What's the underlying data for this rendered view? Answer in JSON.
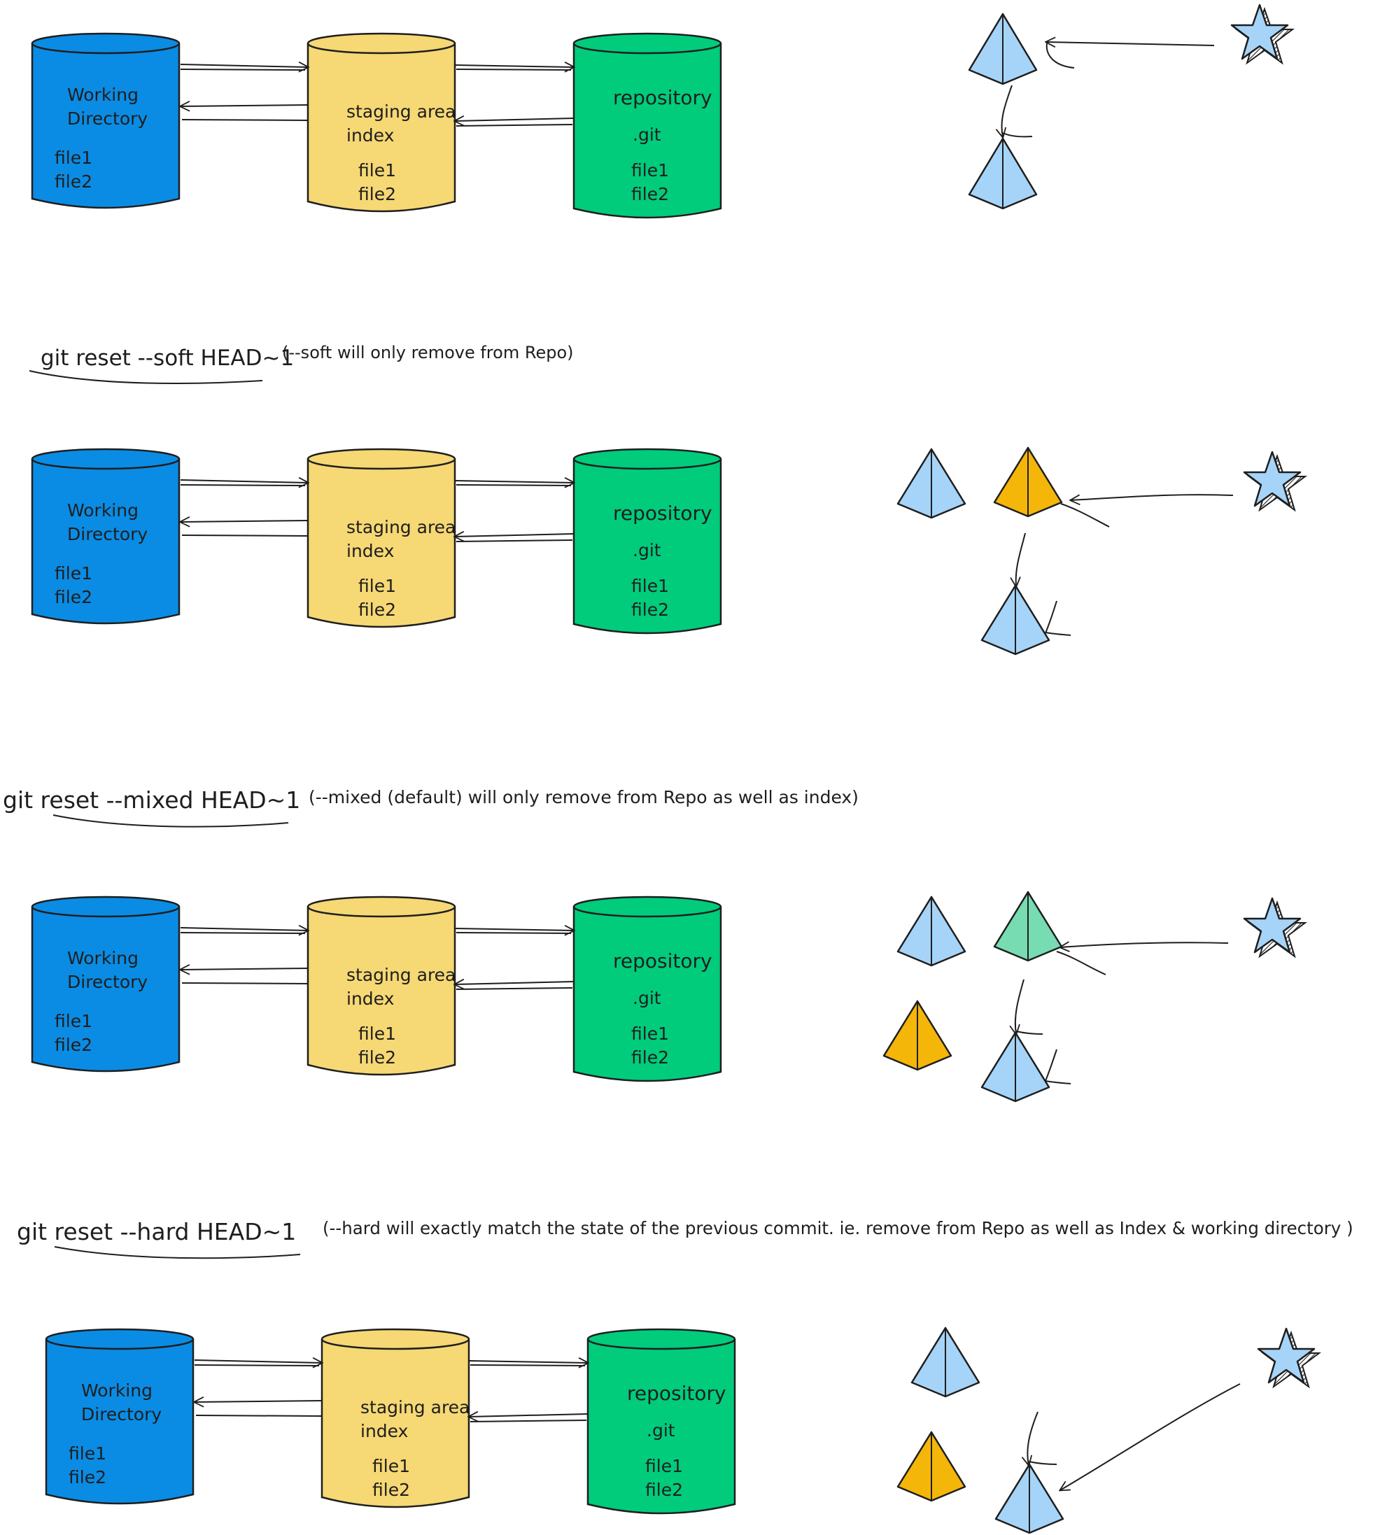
{
  "colors": {
    "working": "#0a8ce4",
    "staging": "#f6d874",
    "repo": "#00cc7c",
    "commit_blue": "#a6d4f8",
    "commit_orange": "#f5b60a",
    "commit_green": "#78dcb2",
    "stroke": "#1e1e1e"
  },
  "cylinders": {
    "working": {
      "line1": "Working",
      "line2": "Directory",
      "file1": "file1",
      "file2": "file2"
    },
    "staging": {
      "line1": "staging area",
      "line2": "index",
      "file1": "file1",
      "file2": "file2"
    },
    "repo": {
      "line1": "repository",
      "line2": ".git",
      "file1": "file1",
      "file2": "file2"
    }
  },
  "sections": [
    {
      "command": "",
      "note": ""
    },
    {
      "command": "git reset --soft HEAD~1",
      "note": "(--soft will only remove from Repo)"
    },
    {
      "command": "git reset --mixed HEAD~1",
      "note": "(--mixed (default) will only remove from Repo as well as index)"
    },
    {
      "command": "git reset --hard HEAD~1",
      "note": "(--hard will exactly match the state of the previous commit. ie. remove from Repo as well as Index & working directory )"
    }
  ],
  "icons": {
    "commit": "pyramid-icon",
    "head": "star-icon"
  }
}
